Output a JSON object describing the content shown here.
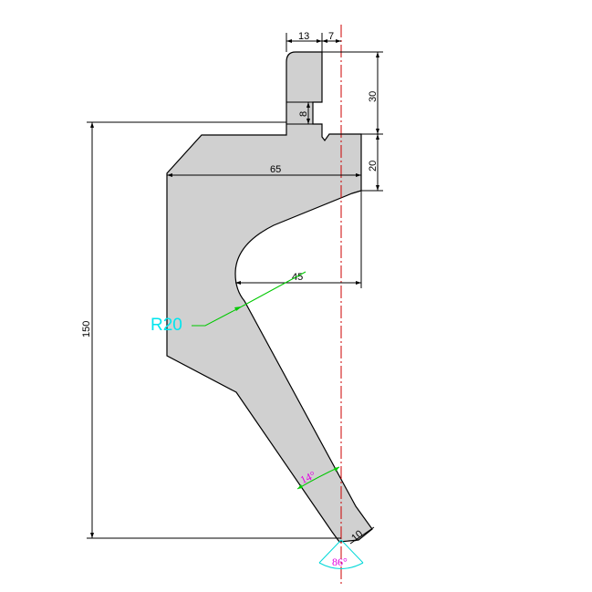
{
  "drawing": {
    "dimensions": {
      "top_width_left": "13",
      "top_width_right": "7",
      "tang_height": "30",
      "notch_depth": "8",
      "shoulder_height": "20",
      "shoulder_width": "65",
      "recess_depth": "45",
      "total_height": "150",
      "tip_width": "10"
    },
    "annotations": {
      "radius": "R20",
      "taper_angle": "14°",
      "tip_angle": "86°"
    },
    "colors": {
      "body_fill": "#d0d0d0",
      "outline": "#000000",
      "center_line": "#cc0000",
      "radius_label": "#00e5ee",
      "radius_leader": "#00c800",
      "angle_label": "#e000e0",
      "angle_arc": "#00c800",
      "tip_arc": "#00d8d8"
    }
  }
}
